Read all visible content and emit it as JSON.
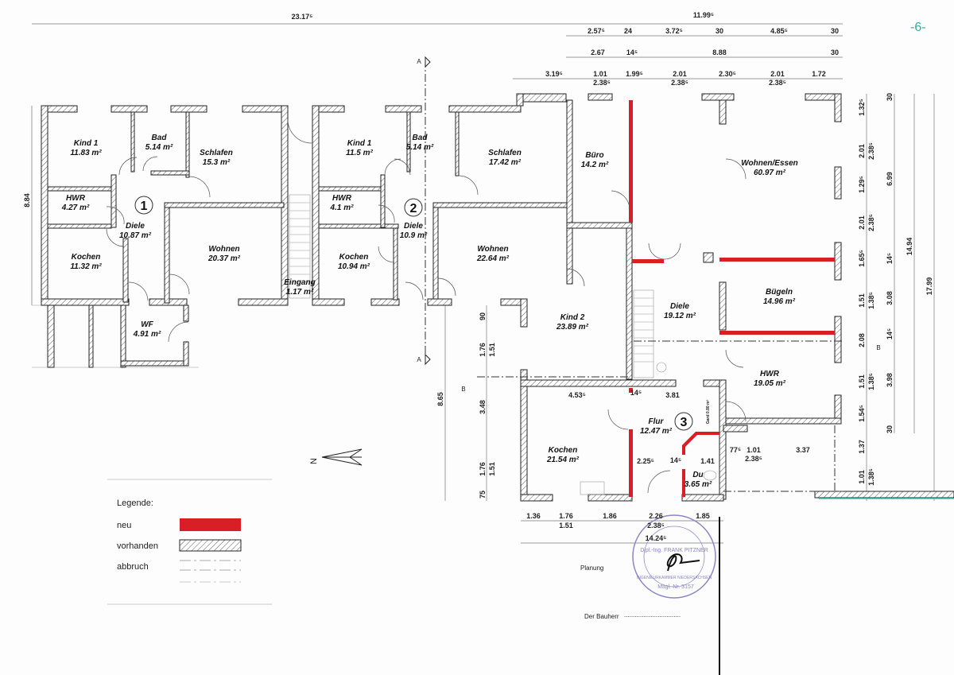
{
  "page_number": "-6-",
  "rooms": [
    {
      "name": "Kind 1",
      "area": "11.83 m²"
    },
    {
      "name": "Bad",
      "area": "5.14 m²"
    },
    {
      "name": "Schlafen",
      "area": "15.3 m²"
    },
    {
      "name": "HWR",
      "area": "4.27 m²"
    },
    {
      "name": "Diele",
      "area": "10.87 m²"
    },
    {
      "name": "Kochen",
      "area": "11.32 m²"
    },
    {
      "name": "Wohnen",
      "area": "20.37 m²"
    },
    {
      "name": "WF",
      "area": "4.91 m²"
    },
    {
      "name": "Eingang",
      "area": "1.17 m²"
    },
    {
      "name": "Kind 1",
      "area": "11.5 m²"
    },
    {
      "name": "Bad",
      "area": "5.14 m²"
    },
    {
      "name": "Schlafen",
      "area": "17.42 m²"
    },
    {
      "name": "HWR",
      "area": "4.1 m²"
    },
    {
      "name": "Diele",
      "area": "10.9 m²"
    },
    {
      "name": "Kochen",
      "area": "10.94 m²"
    },
    {
      "name": "Wohnen",
      "area": "22.64 m²"
    },
    {
      "name": "Büro",
      "area": "14.2 m²"
    },
    {
      "name": "Wohnen/Essen",
      "area": "60.97 m²"
    },
    {
      "name": "Kind 2",
      "area": "23.89 m²"
    },
    {
      "name": "Diele",
      "area": "19.12 m²"
    },
    {
      "name": "Bügeln",
      "area": "14.96 m²"
    },
    {
      "name": "HWR",
      "area": "19.05 m²"
    },
    {
      "name": "Kochen",
      "area": "21.54 m²"
    },
    {
      "name": "Flur",
      "area": "12.47 m²"
    },
    {
      "name": "Du",
      "area": "3.65 m²"
    }
  ],
  "units": [
    "1",
    "2",
    "3"
  ],
  "dimensions": [
    "23.17⁵",
    "11.99⁵",
    "2.57⁵",
    "24",
    "3.72⁵",
    "30",
    "4.85⁵",
    "30",
    "2.67",
    "14⁵",
    "8.88",
    "30",
    "3.19⁵",
    "1.01",
    "2.38⁵",
    "1.99⁵",
    "2.01",
    "2.38⁵",
    "2.30⁵",
    "2.01",
    "2.38⁵",
    "1.72",
    "1.32⁵",
    "2.01",
    "2.38⁵",
    "1.29⁵",
    "2.01",
    "2.38⁵",
    "1.65⁵",
    "1.51",
    "1.38⁵",
    "2.08",
    "1.51",
    "1.38⁵",
    "1.54⁵",
    "1.37",
    "1.01",
    "1.38⁵",
    "30",
    "6.99",
    "14⁵",
    "3.08",
    "14⁵",
    "3.98",
    "30",
    "14.94",
    "17.99",
    "8.84",
    "90",
    "1.76",
    "1.51",
    "8.65",
    "3.48",
    "1.76",
    "1.51",
    "75",
    "1.36",
    "1.76",
    "1.51",
    "1.86",
    "2.26",
    "2.38⁵",
    "1.85",
    "14.24⁵",
    "4.53⁵",
    "14⁵",
    "3.81",
    "2.25⁵",
    "14⁵",
    "1.41",
    "77⁵",
    "1.01",
    "2.38⁵",
    "3.37",
    "Gard 0.80 m²"
  ],
  "section_marks": {
    "a_top": "A",
    "a_bottom": "A",
    "b_left": "B",
    "b_right": "B"
  },
  "north": "N",
  "legend": {
    "title": "Legende:",
    "items": [
      {
        "label": "neu",
        "color": "#d81f26"
      },
      {
        "label": "vorhanden"
      },
      {
        "label": "abbruch"
      }
    ]
  },
  "signature": {
    "planung": "Planung",
    "bauherr": "Der Bauherr",
    "bauherr_line": "................................"
  },
  "stamp": {
    "name": "Dipl.-Ing. FRANK PITZNER",
    "member": "Mitgl.-Nr. 3157",
    "ring": "INGENIEURKAMMER NIEDERSACHSEN",
    "color": "#8a86c8"
  },
  "colors": {
    "new_wall": "#d81f26",
    "page_number": "#3aa89a"
  }
}
